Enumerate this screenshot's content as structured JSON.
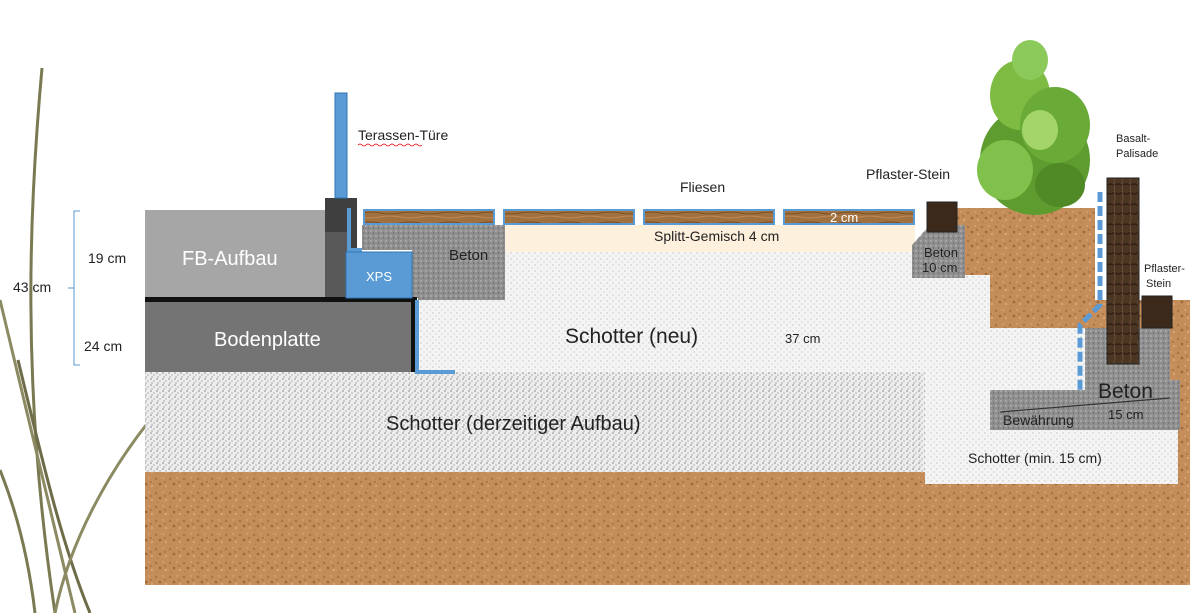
{
  "labels": {
    "door": "Terassen-Türe",
    "tiles": "Fliesen",
    "paver_top": "Pflaster-Stein",
    "palisade_1": "Basalt-",
    "palisade_2": "Palisade",
    "paver_side_1": "Pflaster-",
    "paver_side_2": "Stein",
    "tile_thickness": "2 cm",
    "grit": "Splitt-Gemisch 4 cm",
    "concrete_left": "Beton",
    "concrete_mid": "Beton",
    "concrete_mid_thk": "10 cm",
    "fb": "FB-Aufbau",
    "xps": "XPS",
    "slab": "Bodenplatte",
    "gravel_new": "Schotter (neu)",
    "gravel_new_thk": "37 cm",
    "gravel_existing": "Schotter (derzeitiger Aufbau)",
    "concrete_right": "Beton",
    "rebar": "Bewährung",
    "concrete_right_thk": "15 cm",
    "gravel_min": "Schotter (min. 15 cm)"
  },
  "dimensions": {
    "total": "43  cm",
    "upper": "19 cm",
    "lower": "24 cm"
  },
  "colors": {
    "soil": "#c08a57",
    "fb": "#a6a6a6",
    "slab": "#747474",
    "xps": "#5b9bd5",
    "membrane": "#5b9bd5",
    "tile": "#9b6a3a",
    "grit": "#fdf0dc",
    "concrete": "#8f8f8f",
    "palisade": "#4a3524"
  }
}
